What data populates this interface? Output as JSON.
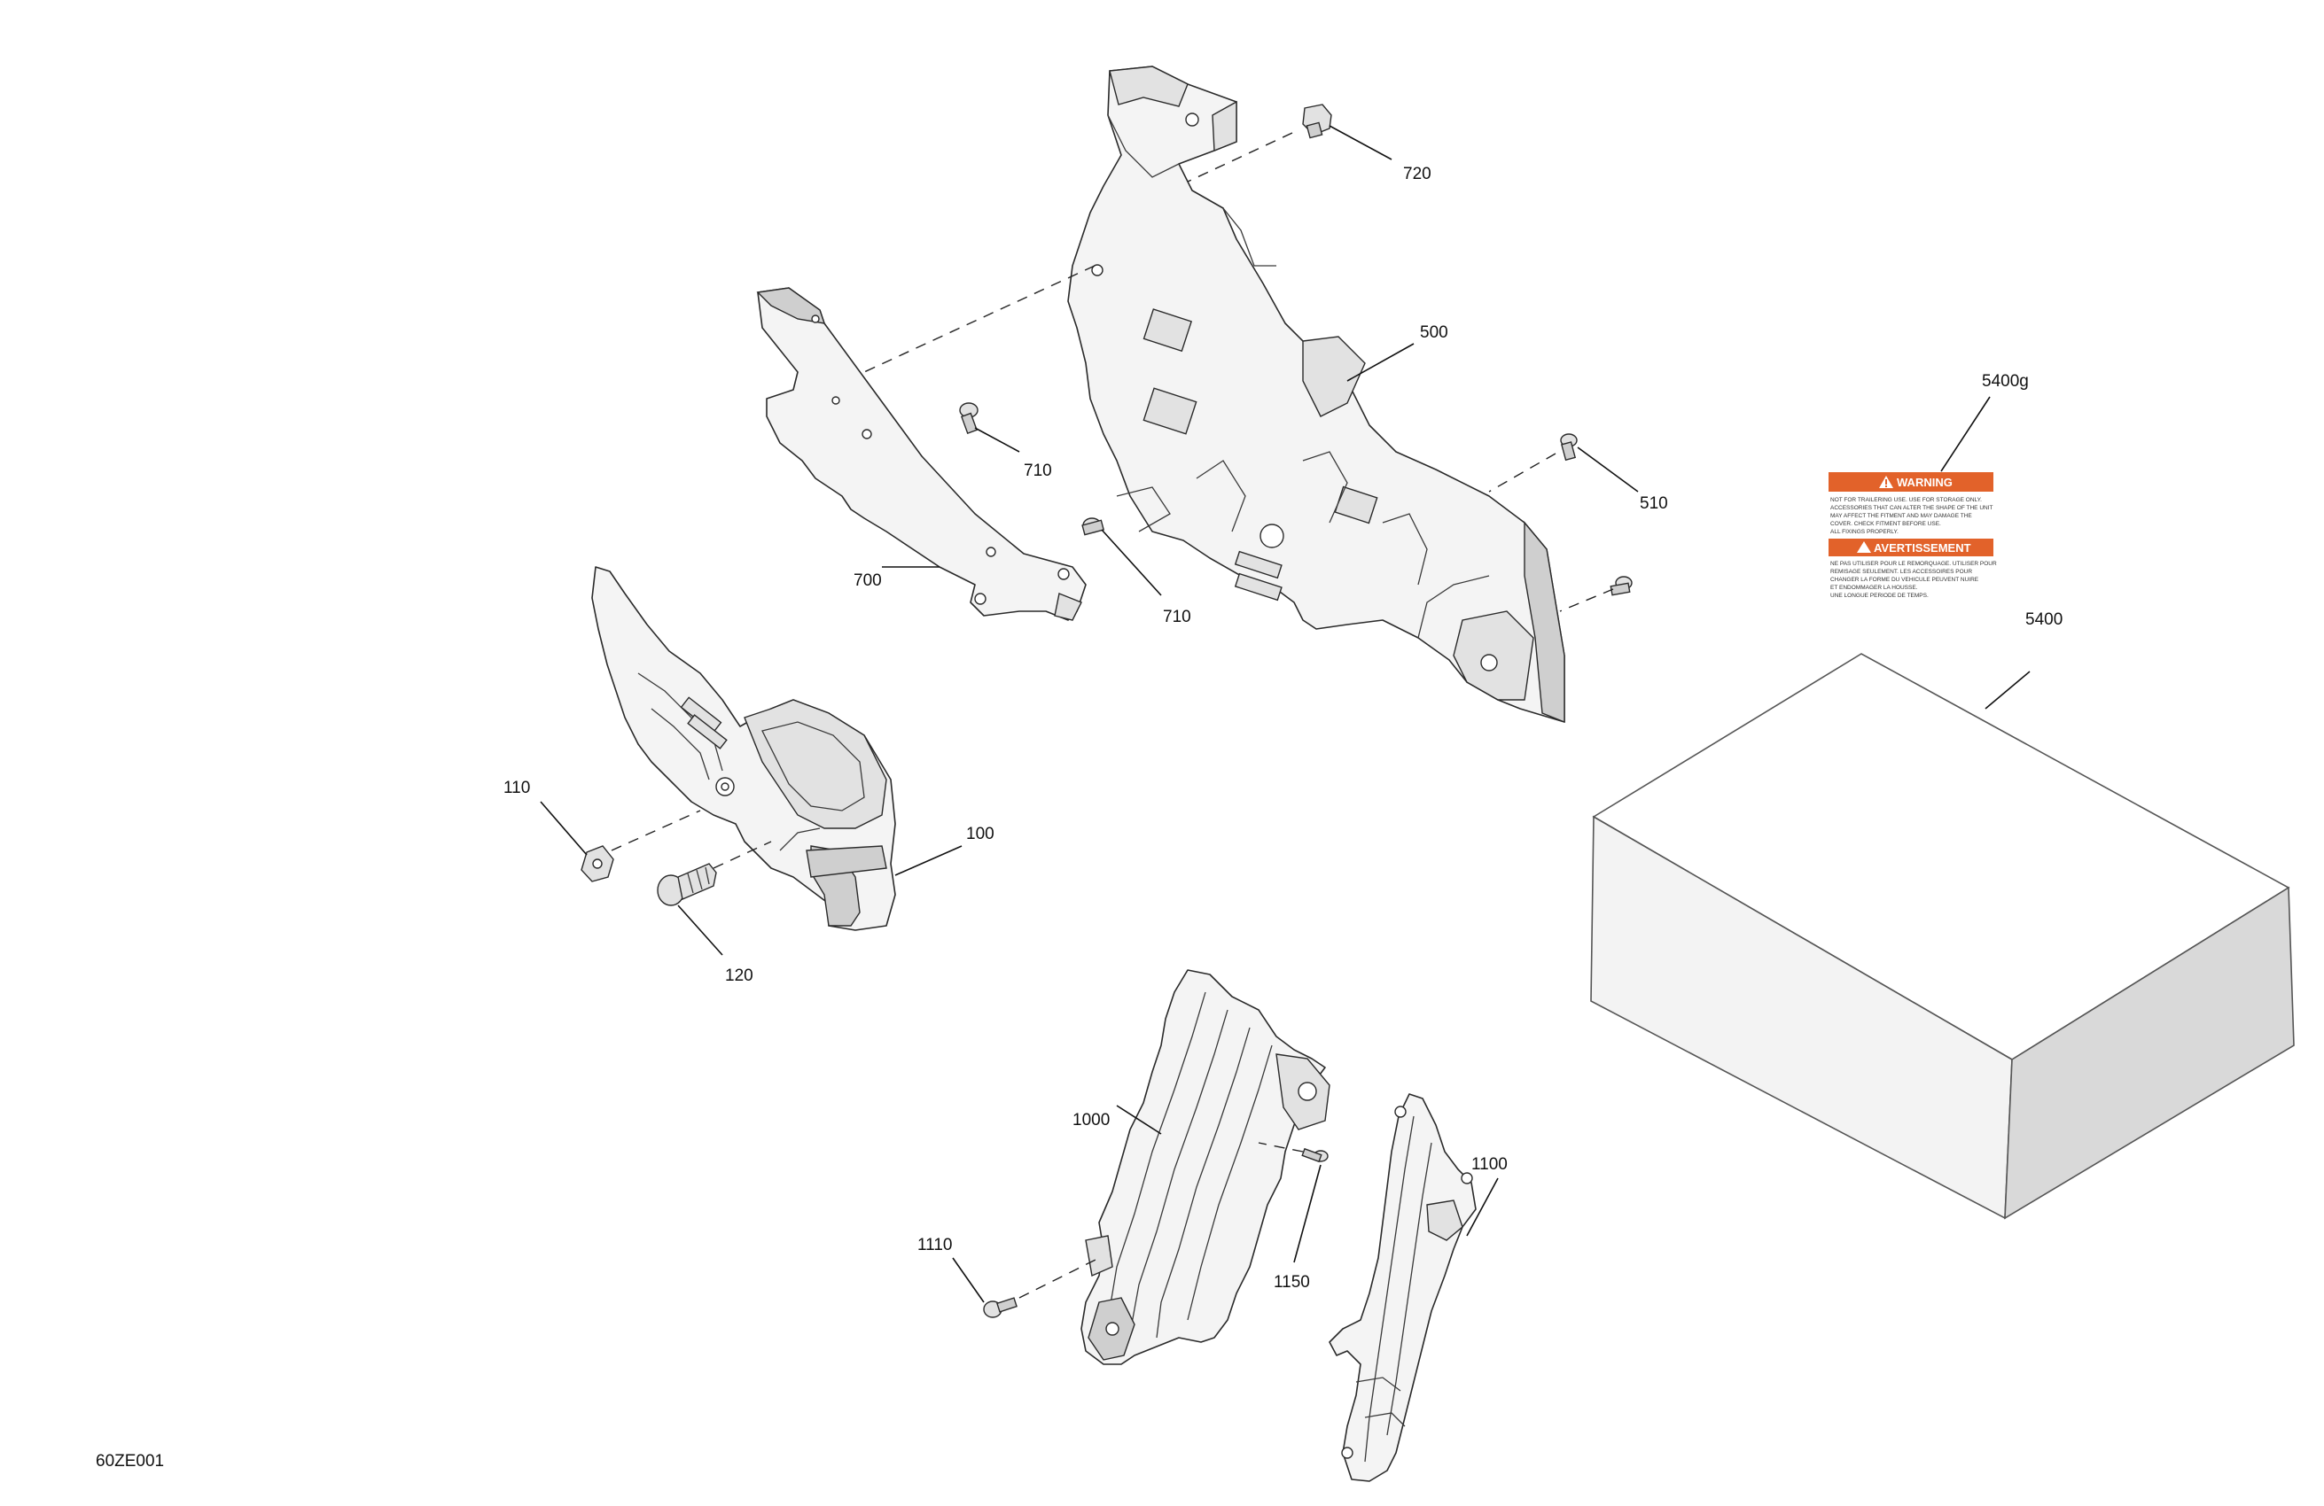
{
  "drawing_code": "60ZE001",
  "callouts": {
    "c720": "720",
    "c500": "500",
    "c710a": "710",
    "c710b": "710",
    "c700": "700",
    "c510": "510",
    "c5400g": "5400g",
    "c5400": "5400",
    "c110": "110",
    "c100": "100",
    "c120": "120",
    "c1000": "1000",
    "c1100": "1100",
    "c1110": "1110",
    "c1150": "1150"
  },
  "decal": {
    "warning_title": "WARNING",
    "warning_lines": [
      "NOT FOR TRAILERING USE. USE FOR STORAGE ONLY.",
      "ACCESSORIES THAT CAN ALTER THE SHAPE OF THE UNIT",
      "MAY AFFECT THE FITMENT AND MAY DAMAGE THE",
      "COVER. CHECK FITMENT BEFORE USE.",
      "ALL FIXINGS PROPERLY."
    ],
    "avert_title": "AVERTISSEMENT",
    "avert_lines": [
      "NE PAS UTILISER POUR LE REMORQUAGE. UTILISER POUR",
      "REMISAGE SEULEMENT. LES ACCESSOIRES POUR",
      "CHANGER LA FORME DU VEHICULE PEUVENT NUIRE",
      "ET ENDOMMAGER LA HOUSSE.",
      "UNE LONGUE PERIODE DE TEMPS."
    ]
  },
  "colors": {
    "decal_orange": "#e2622a",
    "line": "#2a2a2a"
  },
  "icons": {
    "warning": "warning-triangle-icon"
  }
}
